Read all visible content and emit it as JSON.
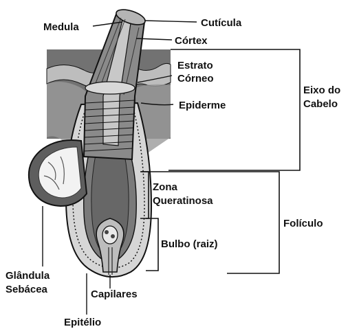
{
  "labels": {
    "medula": "Medula",
    "cuticula": "Cutícula",
    "cortex": "Córtex",
    "estrato_line1": "Estrato",
    "estrato_line2": "Córneo",
    "epiderme": "Epiderme",
    "eixo_line1": "Eixo do",
    "eixo_line2": "Cabelo",
    "zona_line1": "Zona",
    "zona_line2": "Queratinosa",
    "foliculo": "Folículo",
    "bulbo": "Bulbo (raiz)",
    "glandula_line1": "Glândula",
    "glandula_line2": "Sebácea",
    "capilares": "Capilares",
    "epitelio": "Epitélio"
  },
  "colors": {
    "tissue_dark": "#5e5e5e",
    "tissue_mid": "#8a8a8a",
    "tissue_light": "#c4c4c4",
    "outline": "#111111",
    "background": "#ffffff"
  }
}
